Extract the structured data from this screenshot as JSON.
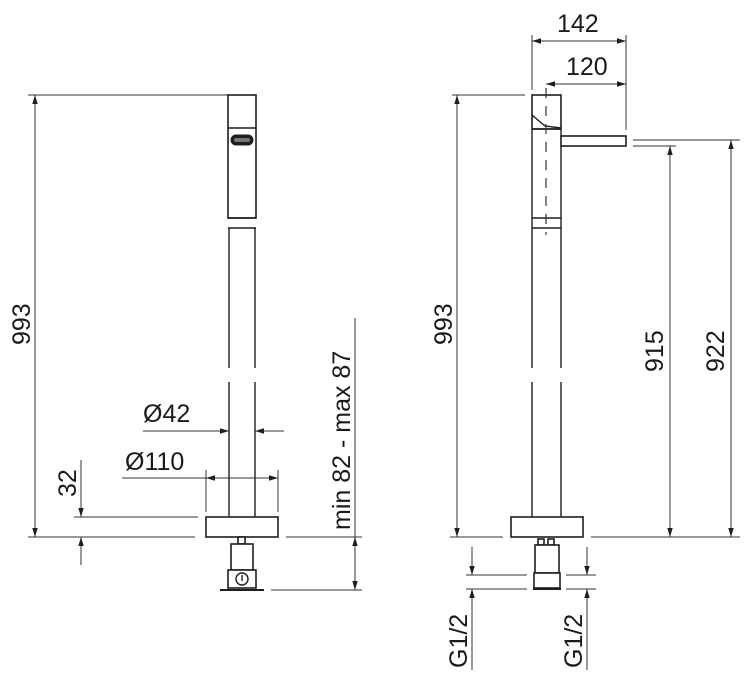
{
  "drawing": {
    "title": "Freestanding tap technical drawing",
    "views": [
      {
        "name": "front-view",
        "dimensions": {
          "total_height": "993",
          "base_thickness": "32",
          "spout_diameter": "Ø42",
          "base_diameter": "Ø110",
          "install_depth": "min 82 - max 87"
        }
      },
      {
        "name": "side-view",
        "dimensions": {
          "total_height": "993",
          "overall_depth": "142",
          "spout_reach": "120",
          "outlet_height": "915",
          "spout_top_height": "922",
          "inlet_left": "G1/2",
          "inlet_right": "G1/2"
        }
      }
    ]
  }
}
